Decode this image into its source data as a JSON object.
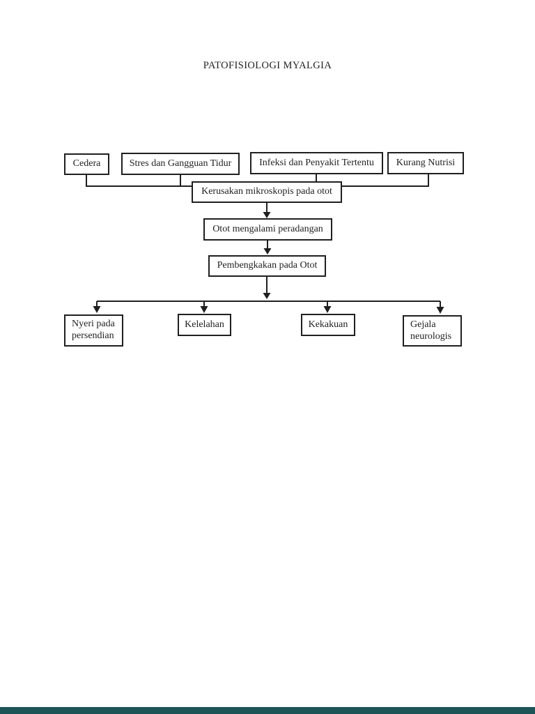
{
  "page": {
    "title": "PATOFISIOLOGI MYALGIA"
  },
  "diagram": {
    "line_color": "#1f1f1f",
    "nodes": [
      {
        "id": "cedera",
        "label": "Cedera"
      },
      {
        "id": "stres",
        "label": "Stres dan Gangguan Tidur"
      },
      {
        "id": "infeksi",
        "label": "Infeksi dan Penyakit Tertentu"
      },
      {
        "id": "kurang",
        "label": "Kurang Nutrisi"
      },
      {
        "id": "kerusakan",
        "label": "Kerusakan mikroskopis pada otot"
      },
      {
        "id": "peradangan",
        "label": "Otot mengalami peradangan"
      },
      {
        "id": "pembengkakan",
        "label": "Pembengkakan pada Otot"
      },
      {
        "id": "nyeri",
        "label": "Nyeri pada persendian"
      },
      {
        "id": "kelelahan",
        "label": "Kelelahan"
      },
      {
        "id": "kekakuan",
        "label": "Kekakuan"
      },
      {
        "id": "gejala",
        "label": "Gejala neurologis"
      }
    ],
    "edges": [
      {
        "from": "cedera",
        "to": "kerusakan"
      },
      {
        "from": "stres",
        "to": "kerusakan"
      },
      {
        "from": "infeksi",
        "to": "kerusakan"
      },
      {
        "from": "kurang",
        "to": "kerusakan"
      },
      {
        "from": "kerusakan",
        "to": "peradangan"
      },
      {
        "from": "peradangan",
        "to": "pembengkakan"
      },
      {
        "from": "pembengkakan",
        "to": "nyeri"
      },
      {
        "from": "pembengkakan",
        "to": "kelelahan"
      },
      {
        "from": "pembengkakan",
        "to": "kekakuan"
      },
      {
        "from": "pembengkakan",
        "to": "gejala"
      }
    ]
  },
  "footer": {
    "bar_color": "#1d5457"
  }
}
